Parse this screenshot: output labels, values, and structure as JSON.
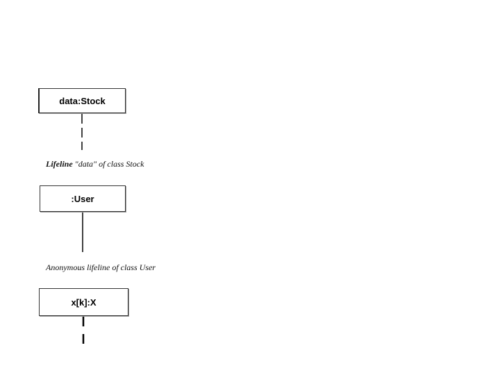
{
  "lifelines": [
    {
      "label": "data:Stock",
      "line_style": "dashed"
    },
    {
      "label": ":User",
      "line_style": "solid"
    },
    {
      "label": "x[k]:X",
      "line_style": "dashed-thick"
    }
  ],
  "captions": [
    {
      "keyword": "Lifeline",
      "rest": " \"data\" of class Stock"
    },
    {
      "text": "Anonymous lifeline of class User"
    }
  ],
  "colors": {
    "line": "#000000",
    "box_border": "#333333",
    "background": "#ffffff"
  }
}
